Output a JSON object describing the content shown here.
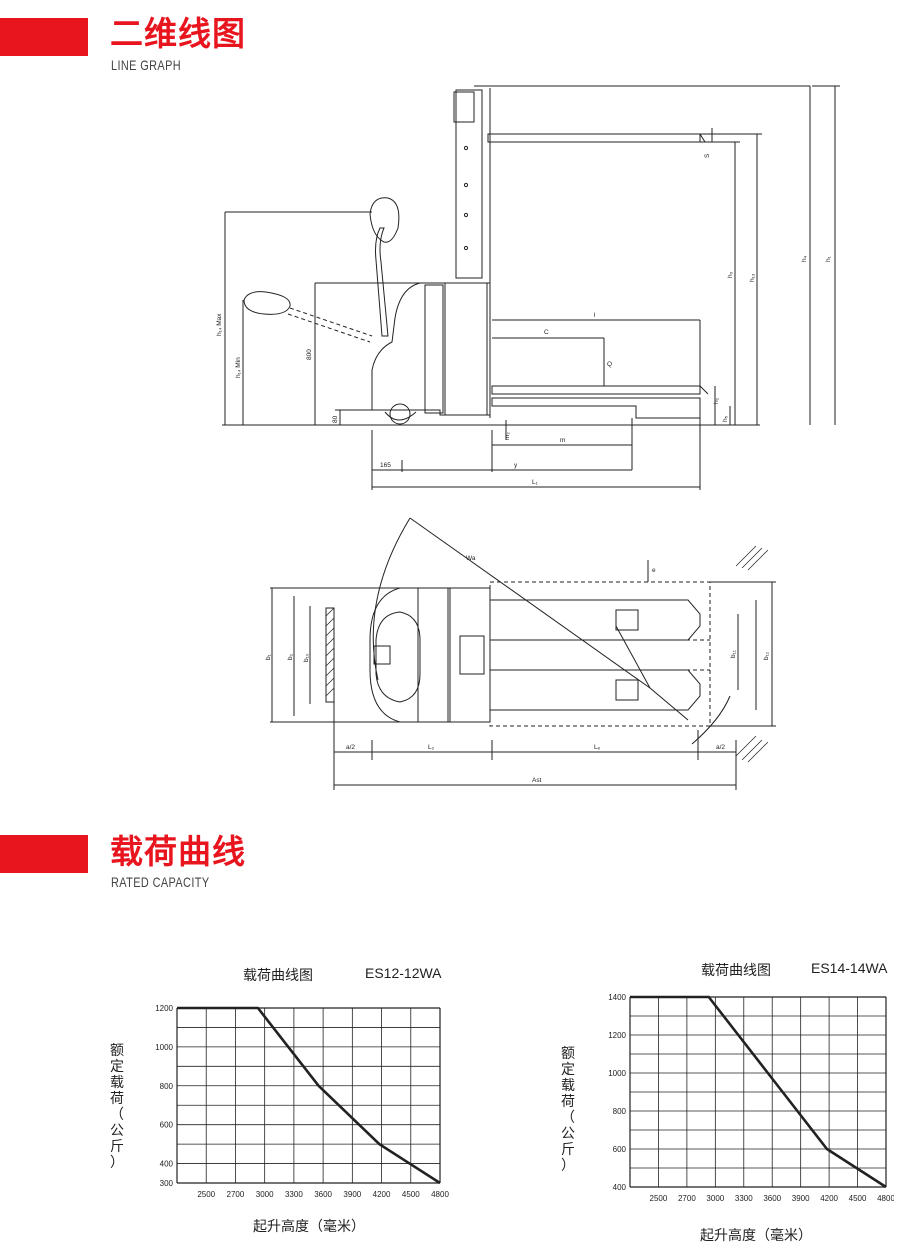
{
  "sections": {
    "line_graph": {
      "title": "二维线图",
      "subtitle": "LINE GRAPH"
    },
    "rated_capacity": {
      "title": "载荷曲线",
      "subtitle": "RATED CAPACITY"
    }
  },
  "colors": {
    "accent": "#e8151f",
    "line": "#222222",
    "grid": "#222222"
  },
  "side_view_labels": {
    "h14_max": "h₁₄ Max",
    "h14_min": "h₁₄ Min",
    "h800": "800",
    "h80": "80",
    "l": "l",
    "c": "C",
    "q": "Q",
    "s": "S",
    "h3": "h₃",
    "h13": "h₁₃",
    "h4": "h₄",
    "h1": "h₁",
    "h2": "h₂",
    "h5": "h₅",
    "m2": "m₂",
    "m": "m",
    "d165": "165",
    "y": "y",
    "L1": "L₁"
  },
  "top_view_labels": {
    "wa": "Wa",
    "e": "e",
    "b1": "b₁",
    "b2": "b₂",
    "b10": "b₁₀",
    "b11": "b₁₁",
    "b12": "b₁₂",
    "a2_left": "a/2",
    "a2_right": "a/2",
    "l2": "L₂",
    "le": "Lₑ",
    "ast": "Ast"
  },
  "chart_data": [
    {
      "type": "line",
      "title": "载荷曲线图",
      "model": "ES12-12WA",
      "xlabel": "起升高度（毫米）",
      "ylabel": "额定载荷（公斤）",
      "x_ticks": [
        "2500",
        "2700",
        "3000",
        "3300",
        "3600",
        "3900",
        "4200",
        "4500",
        "4800"
      ],
      "y_ticks": [
        "1200",
        "1000",
        "800",
        "600",
        "400",
        "300"
      ],
      "xlim": [
        2200,
        4800
      ],
      "ylim": [
        300,
        1200
      ],
      "x": [
        2200,
        3000,
        3300,
        3600,
        3900,
        4200,
        4500,
        4800
      ],
      "y": [
        1200,
        1200,
        1000,
        800,
        650,
        500,
        400,
        300
      ]
    },
    {
      "type": "line",
      "title": "载荷曲线图",
      "model": "ES14-14WA",
      "xlabel": "起升高度（毫米）",
      "ylabel": "额定载荷（公斤）",
      "x_ticks": [
        "2500",
        "2700",
        "3000",
        "3300",
        "3600",
        "3900",
        "4200",
        "4500",
        "4800"
      ],
      "y_ticks": [
        "1400",
        "1200",
        "1000",
        "800",
        "600",
        "400"
      ],
      "xlim": [
        2200,
        4800
      ],
      "ylim": [
        400,
        1400
      ],
      "x": [
        2200,
        3000,
        3300,
        3600,
        3900,
        4200,
        4500,
        4800
      ],
      "y": [
        1400,
        1400,
        1200,
        1000,
        800,
        600,
        500,
        400
      ]
    }
  ]
}
